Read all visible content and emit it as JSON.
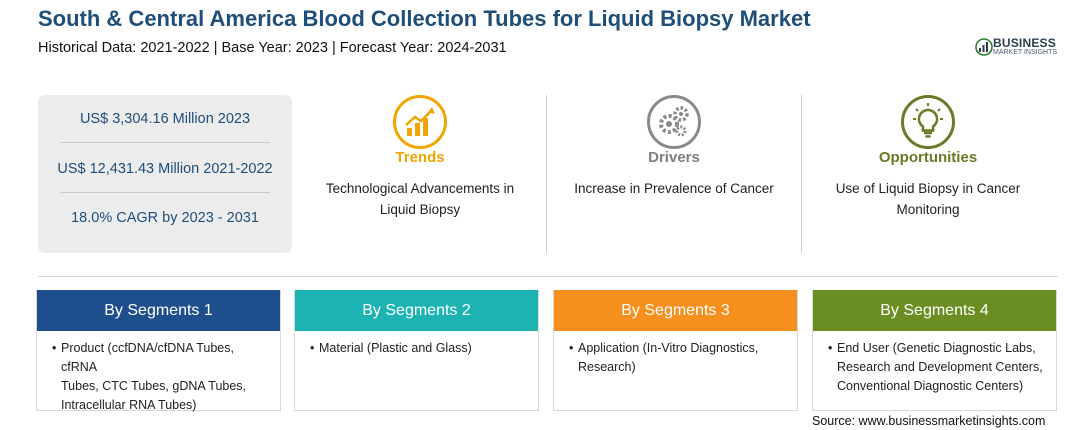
{
  "header": {
    "title": "South & Central America Blood Collection Tubes for Liquid Biopsy Market",
    "subtitle": "Historical Data: 2021-2022 | Base Year: 2023 | Forecast Year: 2024-2031"
  },
  "logo": {
    "brand": "BUSINESS",
    "tagline": "MARKET INSIGHTS"
  },
  "stats": [
    "US$ 3,304.16 Million 2023",
    "US$ 12,431.43 Million 2021-2022",
    "18.0% CAGR by 2023 - 2031"
  ],
  "features": [
    {
      "title": "Trends",
      "text": [
        "Technological Advancements in",
        "Liquid Biopsy"
      ],
      "color": "#f0a500",
      "icon": "trending-chart-icon"
    },
    {
      "title": "Drivers",
      "text": [
        "Increase in Prevalence of Cancer"
      ],
      "color": "#7f7f7f",
      "icon": "gears-icon"
    },
    {
      "title": "Opportunities",
      "text": [
        "Use of Liquid Biopsy in Cancer",
        "Monitoring"
      ],
      "color": "#6a7a26",
      "icon": "lightbulb-icon"
    }
  ],
  "segments": [
    {
      "header": "By Segments 1",
      "color": "#1f4e8c",
      "lines": [
        "Product (ccfDNA/cfDNA Tubes, cfRNA",
        "Tubes, CTC Tubes, gDNA Tubes,",
        "Intracellular RNA Tubes)"
      ]
    },
    {
      "header": "By Segments 2",
      "color": "#1db3b3",
      "lines": [
        "Material (Plastic and Glass)"
      ]
    },
    {
      "header": "By Segments 3",
      "color": "#f5901e",
      "lines": [
        "Application (In-Vitro Diagnostics,",
        "Research)"
      ]
    },
    {
      "header": "By Segments 4",
      "color": "#6b8e23",
      "lines": [
        "End User (Genetic Diagnostic Labs,",
        "Research and Development Centers,",
        "Conventional Diagnostic Centers)"
      ]
    }
  ],
  "bullet": "•",
  "source": "Source: www.businessmarketinsights.com"
}
